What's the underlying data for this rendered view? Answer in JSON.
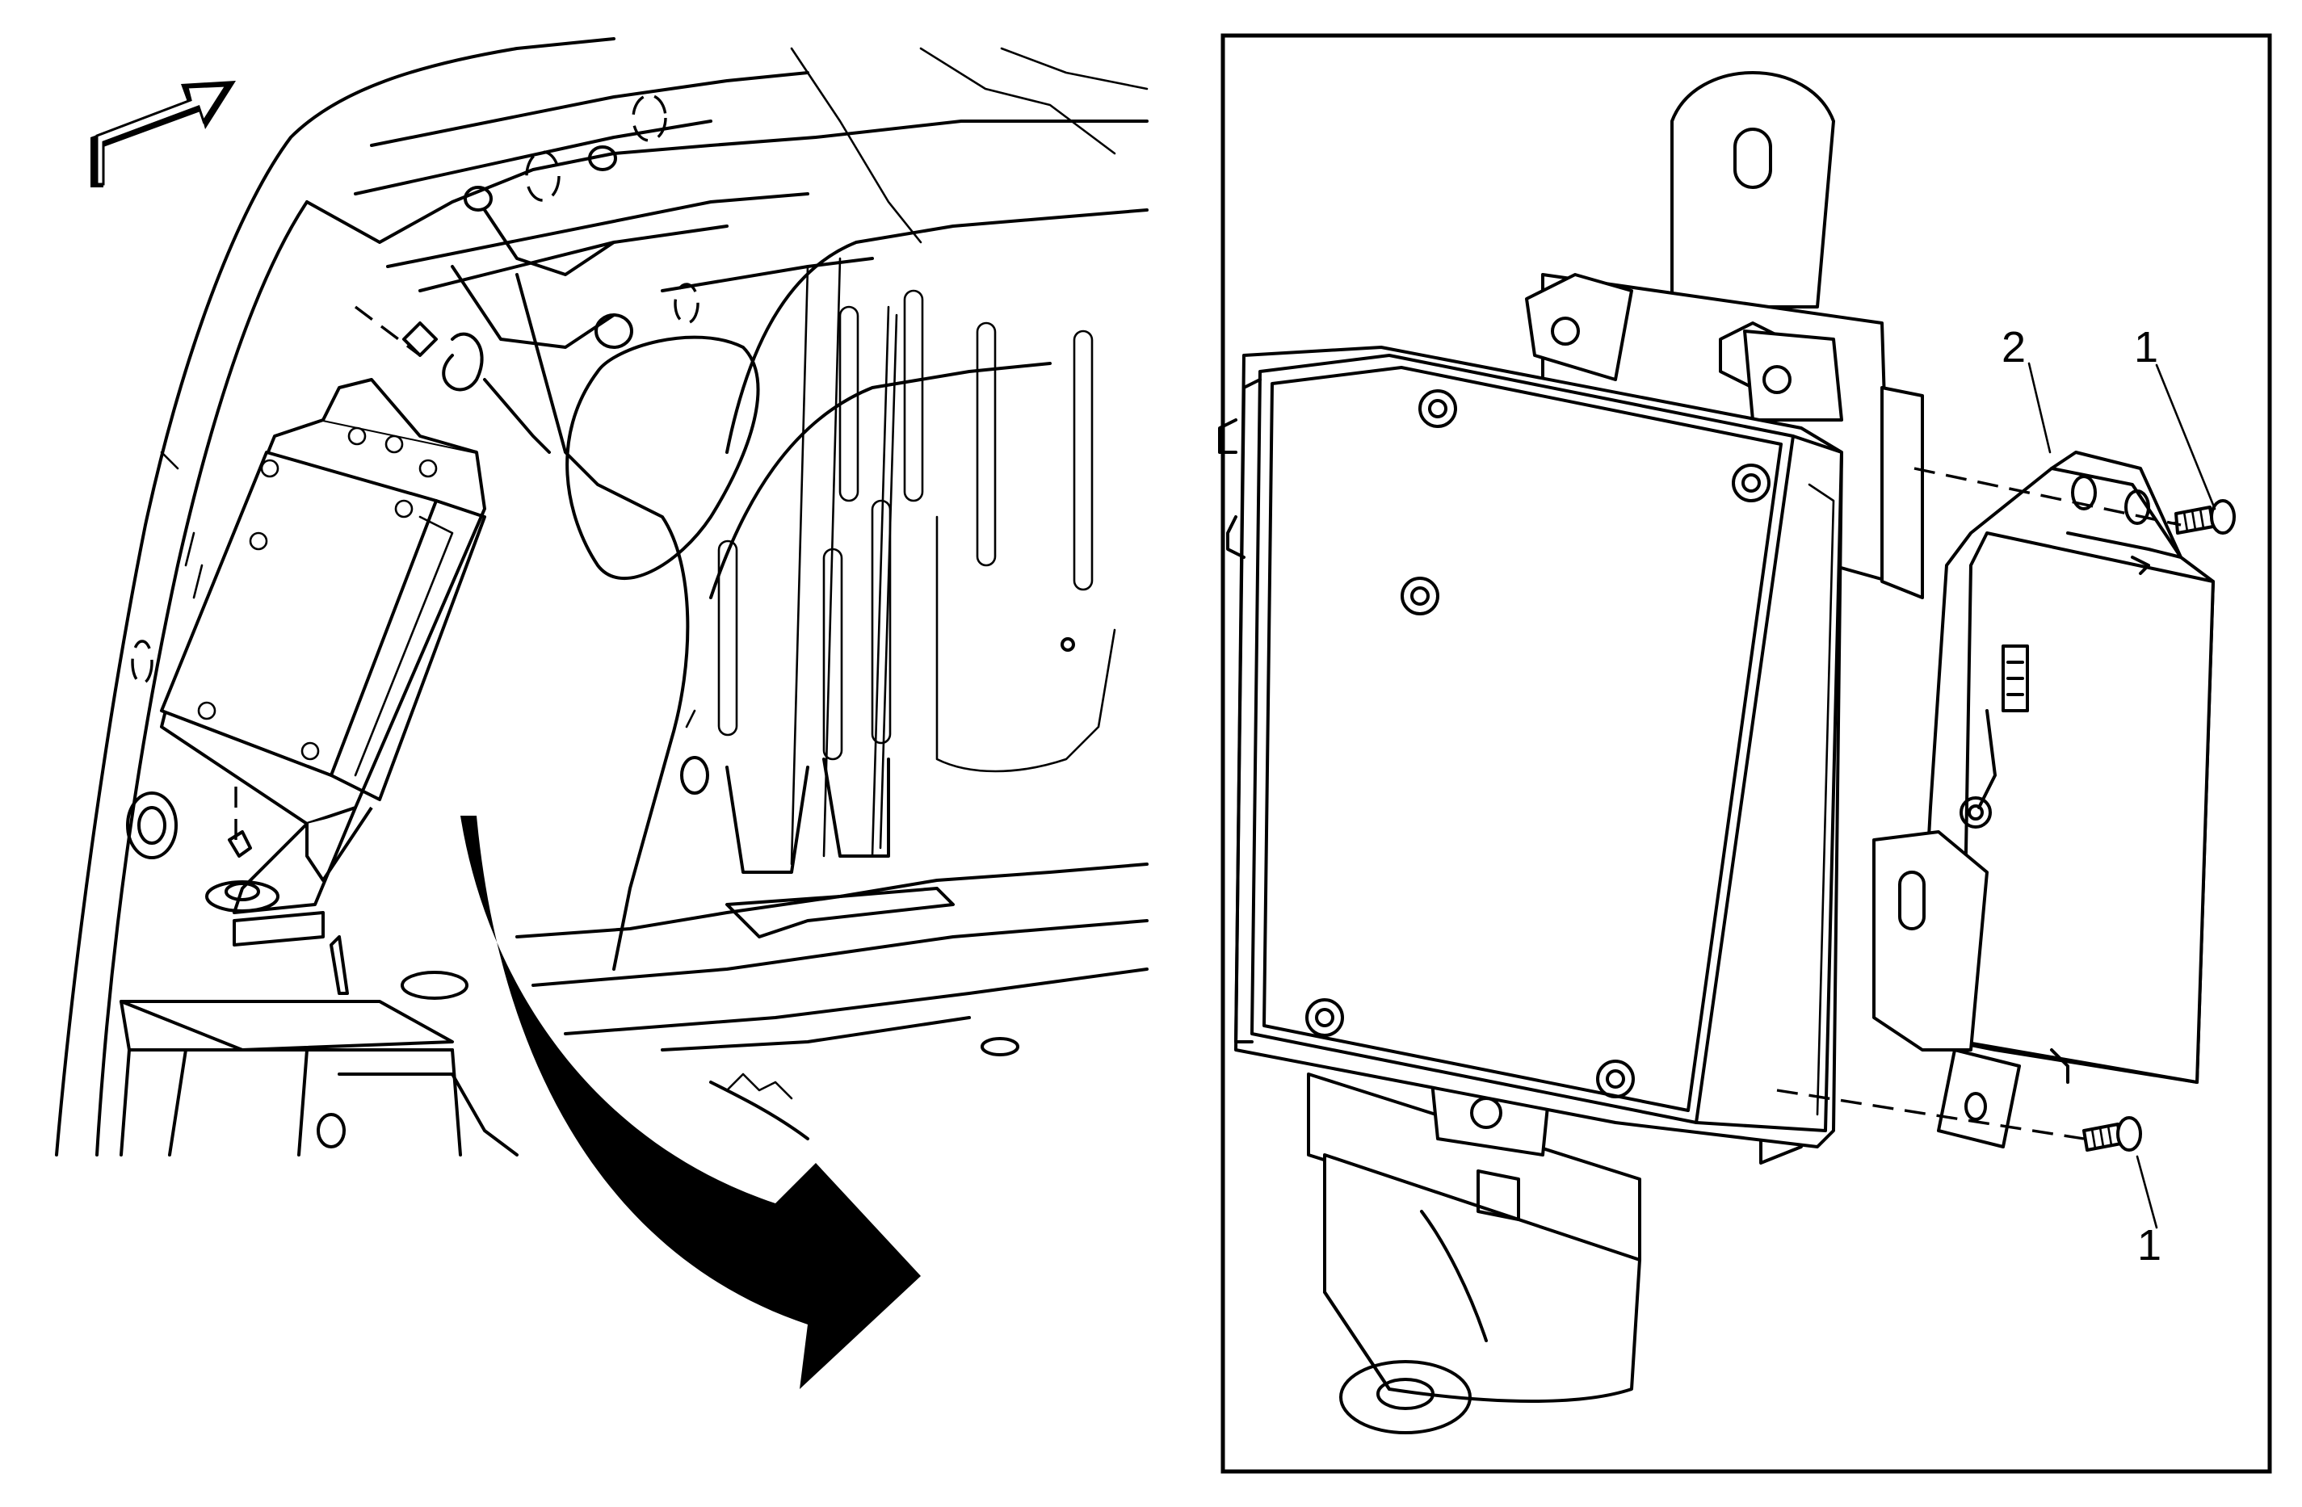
{
  "callouts": {
    "screw_top": "1",
    "bracket": "2",
    "screw_bottom": "1"
  }
}
